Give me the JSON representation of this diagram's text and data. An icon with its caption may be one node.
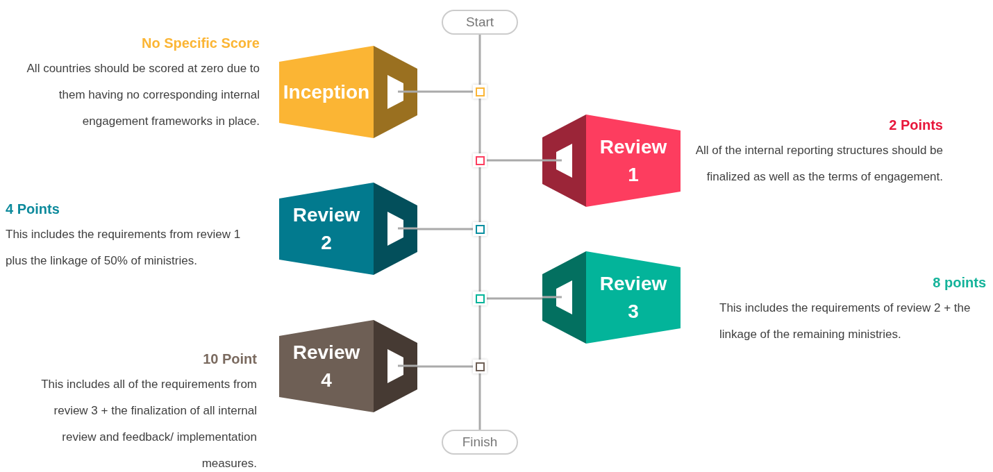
{
  "diagram": {
    "nodes": [
      {
        "text": [
          "Start"
        ]
      },
      {
        "text": [
          "Inception"
        ],
        "beside": [
          "No Specific Score",
          "All countries should be scored at zero due to them having no corresponding internal engagement frameworks in place."
        ]
      },
      {
        "text": [],
        "shape": "box"
      },
      {
        "text": [
          "Review 1"
        ],
        "beside": [
          "2 Points",
          "All of the internal reporting structures should be finalized as well as the terms of engagement."
        ]
      },
      {
        "text": [],
        "shape": "box"
      },
      {
        "text": [
          "Review 2"
        ],
        "beside": [
          "4 Points",
          "This includes the requirements from review 1 plus the linkage of 50% of ministries."
        ]
      },
      {
        "text": [],
        "shape": "box"
      },
      {
        "text": [
          "Review 3"
        ],
        "beside": [
          "8 points",
          "This includes the requirements of review 2 + the linkage of the remaining ministries."
        ]
      },
      {
        "text": [],
        "shape": "box"
      },
      {
        "text": [
          "Review 4"
        ],
        "beside": [
          "10 Point",
          "This includes all of the requirements from review 3 + the finalization of all internal review and feedback/ implementation measures."
        ]
      },
      {
        "text": [],
        "shape": "box"
      },
      {
        "text": [
          "Finish"
        ]
      }
    ],
    "edges": [
      {
        "from": 0,
        "to": 2,
        "arrow": "none"
      },
      {
        "from": 2,
        "to": 4,
        "arrow": "none"
      },
      {
        "from": 4,
        "to": 6,
        "arrow": "none"
      },
      {
        "from": 6,
        "to": 8,
        "arrow": "none"
      },
      {
        "from": 8,
        "to": 10,
        "arrow": "none"
      },
      {
        "from": 10,
        "to": 11,
        "arrow": "none"
      },
      {
        "from": 1,
        "to": 2,
        "arrow": "none"
      },
      {
        "from": 3,
        "to": 4,
        "arrow": "none"
      },
      {
        "from": 5,
        "to": 6,
        "arrow": "none"
      },
      {
        "from": 7,
        "to": 8,
        "arrow": "none"
      },
      {
        "from": 9,
        "to": 10,
        "arrow": "none"
      }
    ]
  }
}
